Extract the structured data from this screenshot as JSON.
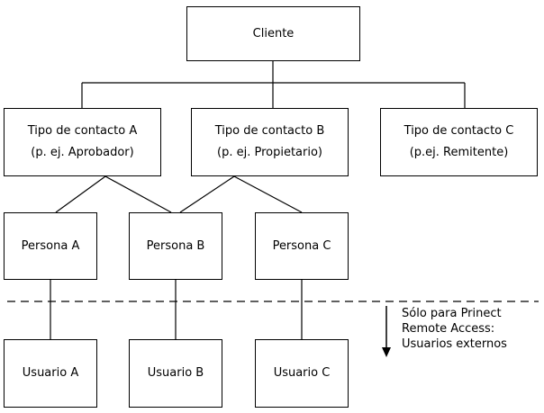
{
  "root": {
    "label": "Cliente"
  },
  "contact_types": [
    {
      "title": "Tipo de contacto A",
      "example": "(p. ej. Aprobador)"
    },
    {
      "title": "Tipo de contacto B",
      "example": "(p. ej. Propietario)"
    },
    {
      "title": "Tipo de contacto C",
      "example": "(p.ej. Remitente)"
    }
  ],
  "persons": [
    "Persona A",
    "Persona B",
    "Persona C"
  ],
  "users": [
    "Usuario A",
    "Usuario B",
    "Usuario C"
  ],
  "note": {
    "line1": "Sólo para Prinect",
    "line2": "Remote Access:",
    "line3": "Usuarios externos"
  }
}
